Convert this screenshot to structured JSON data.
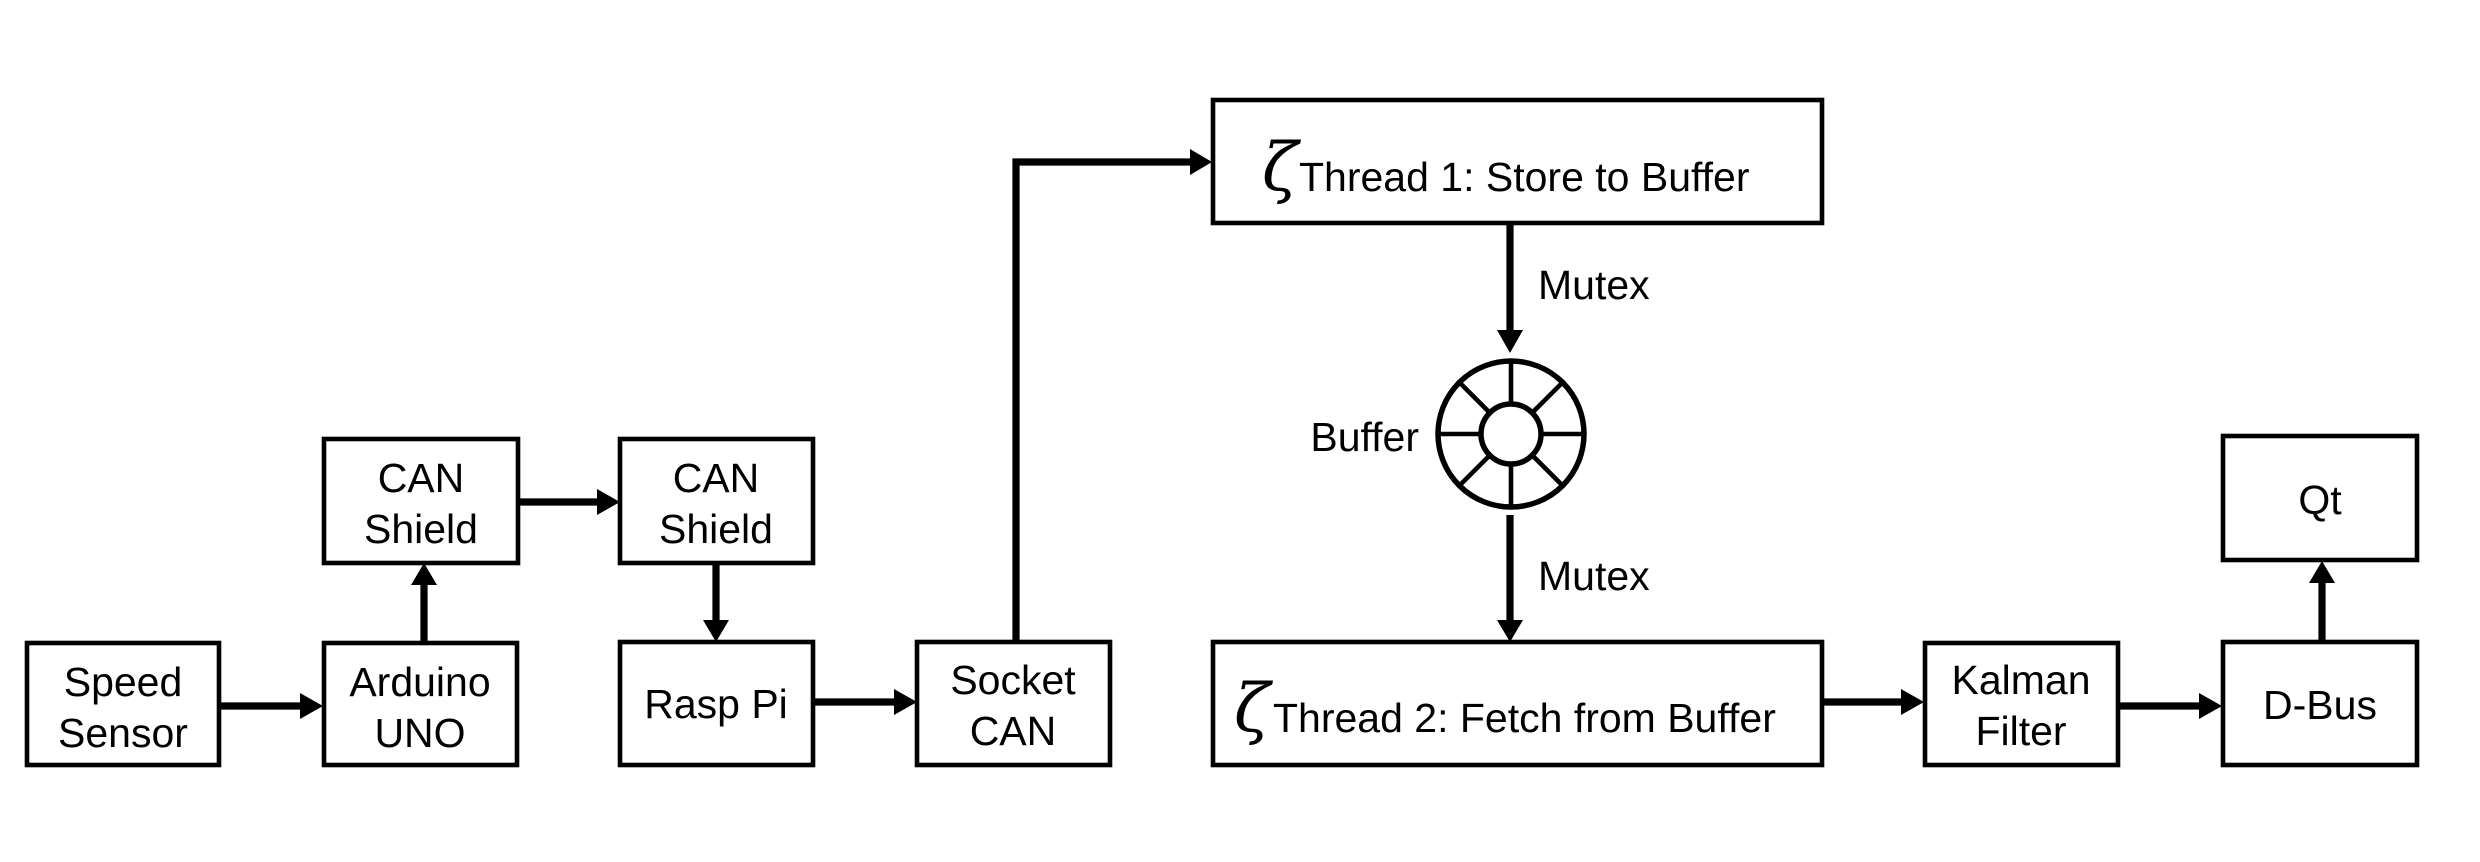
{
  "diagram": {
    "blocks": {
      "speed_sensor": [
        "Speed",
        "Sensor"
      ],
      "arduino_uno": [
        "Arduino",
        "UNO"
      ],
      "can_shield_tx": [
        "CAN",
        "Shield"
      ],
      "can_shield_rx": [
        "CAN",
        "Shield"
      ],
      "rasp_pi": "Rasp Pi",
      "socket_can": [
        "Socket",
        "CAN"
      ],
      "thread1": {
        "symbol": "ζ",
        "label": "Thread 1: Store to Buffer"
      },
      "thread2": {
        "symbol": "ζ",
        "label": "Thread 2: Fetch from Buffer"
      },
      "kalman_filter": [
        "Kalman",
        "Filter"
      ],
      "dbus": "D-Bus",
      "qt": "Qt"
    },
    "buffer_label": "Buffer",
    "mutex_top": "Mutex",
    "mutex_bottom": "Mutex",
    "connections": [
      {
        "from": "Speed Sensor",
        "to": "Arduino UNO"
      },
      {
        "from": "Arduino UNO",
        "to": "CAN Shield (tx)"
      },
      {
        "from": "CAN Shield (tx)",
        "to": "CAN Shield (rx)"
      },
      {
        "from": "CAN Shield (rx)",
        "to": "Rasp Pi"
      },
      {
        "from": "Rasp Pi",
        "to": "Socket CAN"
      },
      {
        "from": "Socket CAN",
        "to": "Thread 1"
      },
      {
        "from": "Thread 1",
        "to": "Buffer",
        "label": "Mutex"
      },
      {
        "from": "Buffer",
        "to": "Thread 2",
        "label": "Mutex"
      },
      {
        "from": "Thread 2",
        "to": "Kalman Filter"
      },
      {
        "from": "Kalman Filter",
        "to": "D-Bus"
      },
      {
        "from": "D-Bus",
        "to": "Qt"
      }
    ]
  }
}
